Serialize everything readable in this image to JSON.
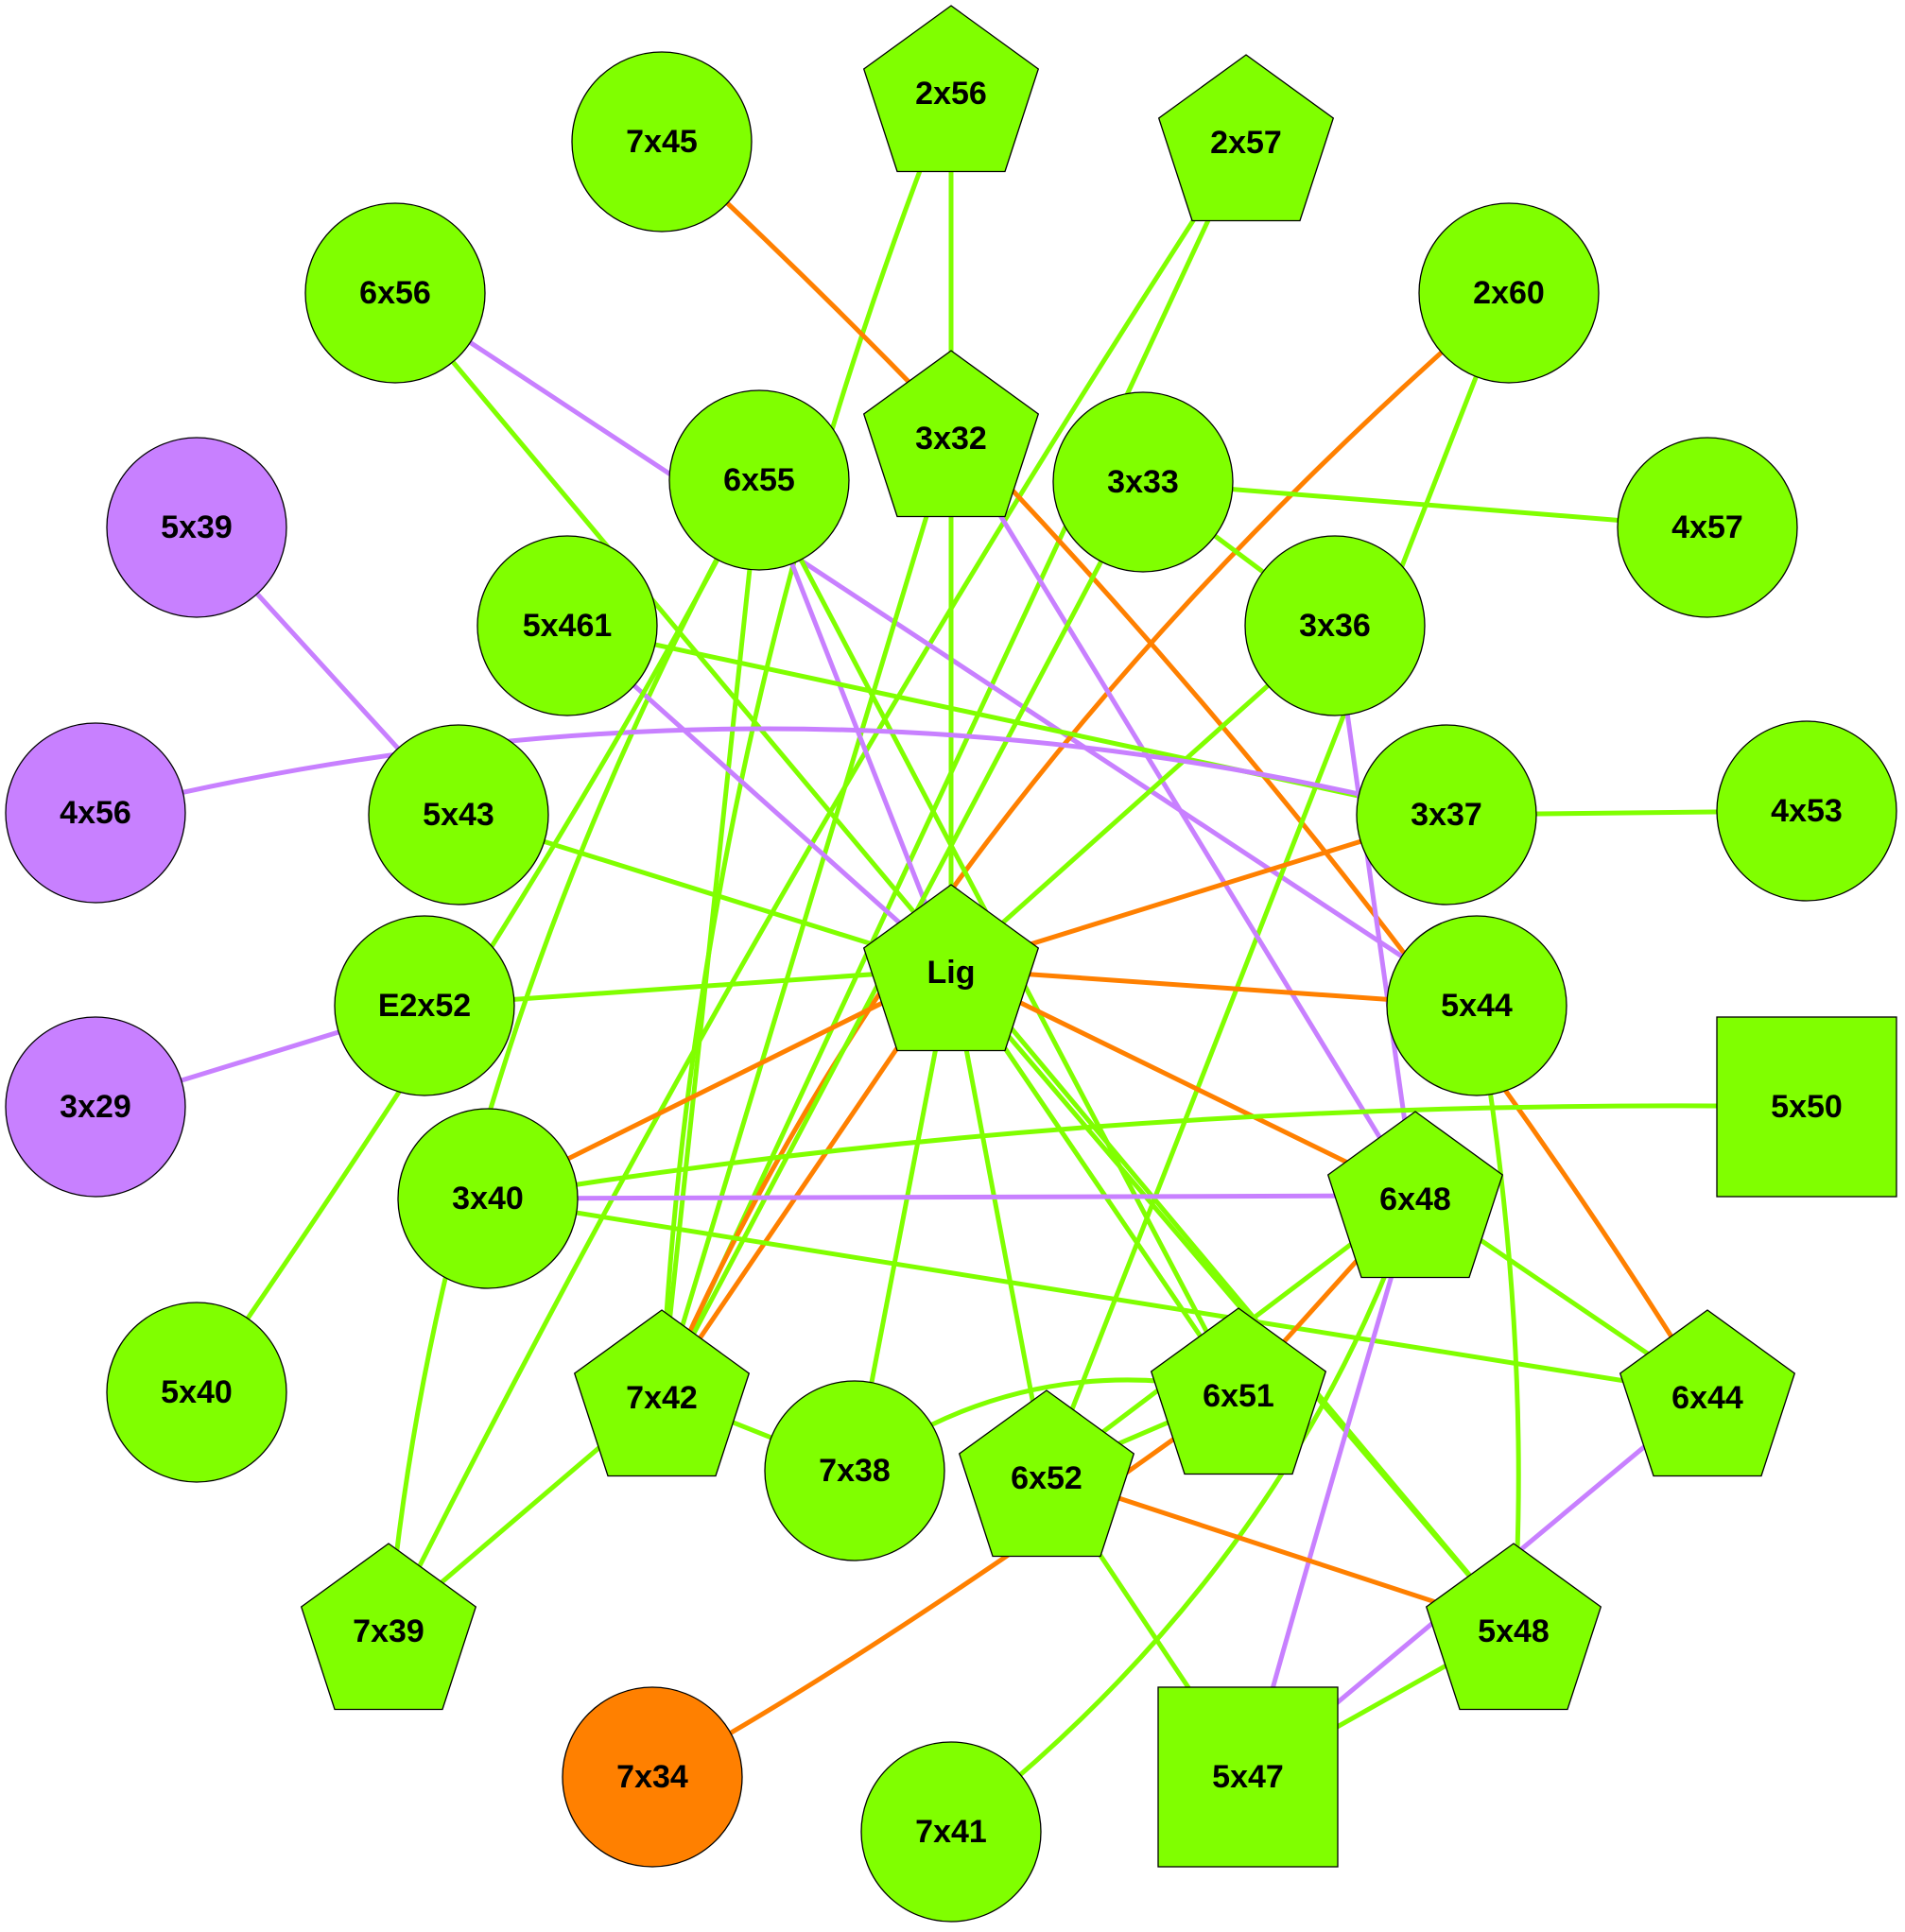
{
  "colors": {
    "green": "#80ff00",
    "purple": "#c880ff",
    "orange": "#ff8000",
    "outline": "#000000"
  },
  "nodes": [
    {
      "id": "Lig",
      "label": "Lig",
      "shape": "pentagon",
      "color": "green"
    },
    {
      "id": "2x56",
      "label": "2x56",
      "shape": "pentagon",
      "color": "green"
    },
    {
      "id": "2x57",
      "label": "2x57",
      "shape": "pentagon",
      "color": "green"
    },
    {
      "id": "7x45",
      "label": "7x45",
      "shape": "circle",
      "color": "green"
    },
    {
      "id": "6x56",
      "label": "6x56",
      "shape": "circle",
      "color": "green"
    },
    {
      "id": "2x60",
      "label": "2x60",
      "shape": "circle",
      "color": "green"
    },
    {
      "id": "3x32",
      "label": "3x32",
      "shape": "pentagon",
      "color": "green"
    },
    {
      "id": "6x55",
      "label": "6x55",
      "shape": "circle",
      "color": "green"
    },
    {
      "id": "3x33",
      "label": "3x33",
      "shape": "circle",
      "color": "green"
    },
    {
      "id": "4x57",
      "label": "4x57",
      "shape": "circle",
      "color": "green"
    },
    {
      "id": "5x39",
      "label": "5x39",
      "shape": "circle",
      "color": "purple"
    },
    {
      "id": "5x461",
      "label": "5x461",
      "shape": "circle",
      "color": "green"
    },
    {
      "id": "3x36",
      "label": "3x36",
      "shape": "circle",
      "color": "green"
    },
    {
      "id": "4x56",
      "label": "4x56",
      "shape": "circle",
      "color": "purple"
    },
    {
      "id": "5x43",
      "label": "5x43",
      "shape": "circle",
      "color": "green"
    },
    {
      "id": "3x37",
      "label": "3x37",
      "shape": "circle",
      "color": "green"
    },
    {
      "id": "4x53",
      "label": "4x53",
      "shape": "circle",
      "color": "green"
    },
    {
      "id": "E2x52",
      "label": "E2x52",
      "shape": "circle",
      "color": "green"
    },
    {
      "id": "5x44",
      "label": "5x44",
      "shape": "circle",
      "color": "green"
    },
    {
      "id": "3x29",
      "label": "3x29",
      "shape": "circle",
      "color": "purple"
    },
    {
      "id": "5x50",
      "label": "5x50",
      "shape": "square",
      "color": "green"
    },
    {
      "id": "3x40",
      "label": "3x40",
      "shape": "circle",
      "color": "green"
    },
    {
      "id": "6x48",
      "label": "6x48",
      "shape": "pentagon",
      "color": "green"
    },
    {
      "id": "5x40",
      "label": "5x40",
      "shape": "circle",
      "color": "green"
    },
    {
      "id": "7x42",
      "label": "7x42",
      "shape": "pentagon",
      "color": "green"
    },
    {
      "id": "6x51",
      "label": "6x51",
      "shape": "pentagon",
      "color": "green"
    },
    {
      "id": "6x44",
      "label": "6x44",
      "shape": "pentagon",
      "color": "green"
    },
    {
      "id": "7x38",
      "label": "7x38",
      "shape": "circle",
      "color": "green"
    },
    {
      "id": "6x52",
      "label": "6x52",
      "shape": "pentagon",
      "color": "green"
    },
    {
      "id": "7x39",
      "label": "7x39",
      "shape": "pentagon",
      "color": "green"
    },
    {
      "id": "5x48",
      "label": "5x48",
      "shape": "pentagon",
      "color": "green"
    },
    {
      "id": "7x34",
      "label": "7x34",
      "shape": "circle",
      "color": "orange"
    },
    {
      "id": "5x47",
      "label": "5x47",
      "shape": "square",
      "color": "green"
    },
    {
      "id": "7x41",
      "label": "7x41",
      "shape": "circle",
      "color": "green"
    }
  ],
  "edges": [
    {
      "source": "2x56",
      "target": "3x32",
      "color": "green"
    },
    {
      "source": "2x56",
      "target": "7x42",
      "color": "green"
    },
    {
      "source": "2x57",
      "target": "7x42",
      "color": "green"
    },
    {
      "source": "2x57",
      "target": "7x39",
      "color": "green"
    },
    {
      "source": "7x45",
      "target": "6x44",
      "color": "orange"
    },
    {
      "source": "6x56",
      "target": "5x44",
      "color": "purple"
    },
    {
      "source": "6x56",
      "target": "5x48",
      "color": "green"
    },
    {
      "source": "2x60",
      "target": "7x42",
      "color": "orange"
    },
    {
      "source": "2x60",
      "target": "6x52",
      "color": "green"
    },
    {
      "source": "3x32",
      "target": "Lig",
      "color": "green"
    },
    {
      "source": "3x32",
      "target": "7x42",
      "color": "green"
    },
    {
      "source": "3x32",
      "target": "6x48",
      "color": "purple"
    },
    {
      "source": "6x55",
      "target": "Lig",
      "color": "purple"
    },
    {
      "source": "6x55",
      "target": "6x51",
      "color": "green"
    },
    {
      "source": "6x55",
      "target": "7x42",
      "color": "green"
    },
    {
      "source": "6x55",
      "target": "7x39",
      "color": "green"
    },
    {
      "source": "3x33",
      "target": "4x57",
      "color": "green"
    },
    {
      "source": "3x33",
      "target": "7x42",
      "color": "green"
    },
    {
      "source": "3x33",
      "target": "3x36",
      "color": "green"
    },
    {
      "source": "5x39",
      "target": "5x43",
      "color": "purple"
    },
    {
      "source": "5x461",
      "target": "Lig",
      "color": "purple"
    },
    {
      "source": "5x461",
      "target": "3x37",
      "color": "green"
    },
    {
      "source": "3x36",
      "target": "Lig",
      "color": "green"
    },
    {
      "source": "3x36",
      "target": "6x48",
      "color": "purple"
    },
    {
      "source": "4x56",
      "target": "3x37",
      "color": "purple"
    },
    {
      "source": "5x43",
      "target": "Lig",
      "color": "green"
    },
    {
      "source": "3x37",
      "target": "4x53",
      "color": "green"
    },
    {
      "source": "3x37",
      "target": "Lig",
      "color": "orange"
    },
    {
      "source": "E2x52",
      "target": "Lig",
      "color": "green"
    },
    {
      "source": "3x29",
      "target": "E2x52",
      "color": "purple"
    },
    {
      "source": "Lig",
      "target": "5x44",
      "color": "orange"
    },
    {
      "source": "Lig",
      "target": "6x48",
      "color": "orange"
    },
    {
      "source": "Lig",
      "target": "3x40",
      "color": "orange"
    },
    {
      "source": "Lig",
      "target": "7x42",
      "color": "orange"
    },
    {
      "source": "Lig",
      "target": "7x38",
      "color": "green"
    },
    {
      "source": "Lig",
      "target": "6x52",
      "color": "green"
    },
    {
      "source": "Lig",
      "target": "6x51",
      "color": "green"
    },
    {
      "source": "Lig",
      "target": "5x48",
      "color": "green"
    },
    {
      "source": "5x44",
      "target": "5x48",
      "color": "green"
    },
    {
      "source": "5x50",
      "target": "3x40",
      "color": "green"
    },
    {
      "source": "3x40",
      "target": "6x48",
      "color": "purple"
    },
    {
      "source": "3x40",
      "target": "6x44",
      "color": "green"
    },
    {
      "source": "6x48",
      "target": "6x44",
      "color": "green"
    },
    {
      "source": "6x48",
      "target": "6x51",
      "color": "orange"
    },
    {
      "source": "6x48",
      "target": "6x52",
      "color": "green"
    },
    {
      "source": "6x48",
      "target": "5x47",
      "color": "purple"
    },
    {
      "source": "6x48",
      "target": "7x41",
      "color": "green"
    },
    {
      "source": "5x40",
      "target": "6x55",
      "color": "green"
    },
    {
      "source": "7x42",
      "target": "7x38",
      "color": "green"
    },
    {
      "source": "7x39",
      "target": "7x42",
      "color": "green"
    },
    {
      "source": "7x38",
      "target": "6x51",
      "color": "green"
    },
    {
      "source": "6x52",
      "target": "6x51",
      "color": "green"
    },
    {
      "source": "6x52",
      "target": "5x48",
      "color": "orange"
    },
    {
      "source": "6x52",
      "target": "5x47",
      "color": "green"
    },
    {
      "source": "6x51",
      "target": "7x34",
      "color": "orange"
    },
    {
      "source": "6x44",
      "target": "5x47",
      "color": "purple"
    },
    {
      "source": "5x48",
      "target": "5x47",
      "color": "green"
    }
  ]
}
